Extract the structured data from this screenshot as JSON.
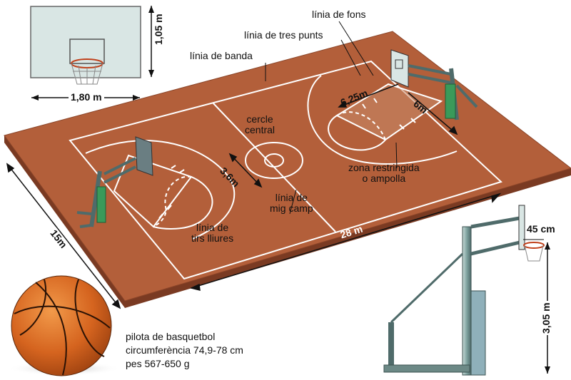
{
  "colors": {
    "court": "#b35f3a",
    "court_edge": "#8a4428",
    "court_side": "#7a3a22",
    "lines": "#ffffff",
    "ball": "#d5641f",
    "glass": "#d9e6e4",
    "pole": "#4f6b6a",
    "padding": "#3a9a5a",
    "dimension": "#111111"
  },
  "labels": {
    "baseline": "línia de fons",
    "three_point_line": "línia de tres punts",
    "sideline": "línia de banda",
    "center_circle": "cercle\ncentral",
    "restricted_zone": "zona restringida\no ampolla",
    "free_throw_line": "línia de\ntirs lliures",
    "midcourt_line": "línia de\nmig camp"
  },
  "dimensions": {
    "backboard_height": "1,05 m",
    "backboard_width": "1,80 m",
    "three_point_radius": "6,25m",
    "restricted_length": "6m",
    "center_circle_diameter": "3,6m",
    "court_width": "15m",
    "court_length": "28 m",
    "rim_offset": "45 cm",
    "rim_height": "3,05 m"
  },
  "ball": {
    "title": "pilota de basquetbol",
    "circumference": "circumferència 74,9-78 cm",
    "weight": "pes 567-650 g"
  }
}
